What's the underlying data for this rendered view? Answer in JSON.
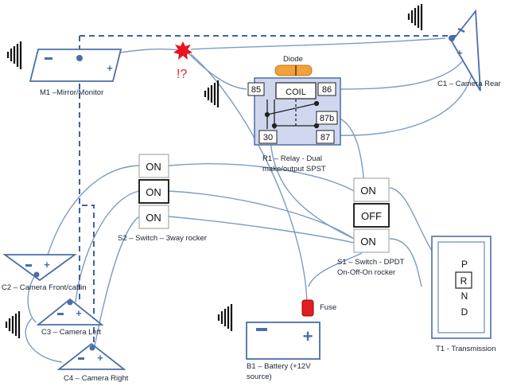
{
  "labels": {
    "mirror": "M1 –Mirror/Monitor",
    "camera_rear": "C1 – Camera Rear",
    "camera_front": "C2 – Camera Front/cabin",
    "camera_left": "C3 – Camera Left",
    "camera_right": "C4 – Camera Right",
    "relay_line1": "R1 – Relay - Dual",
    "relay_line2": "make/output SPST",
    "s2": "S2 – Switch – 3way rocker",
    "s1_line1": "S1 – Switch - DPDT",
    "s1_line2": "On-Off-On rocker",
    "battery_line1": "B1 – Battery (+12V",
    "battery_line2": "source)",
    "transmission": "T1 - Transmission",
    "fuse": "Fuse",
    "diode": "Diode",
    "problem_mark": "!?"
  },
  "relay": {
    "coil": "COIL",
    "pin_85": "85",
    "pin_86": "86",
    "pin_87b": "87b",
    "pin_30": "30",
    "pin_87": "87"
  },
  "s2_positions": [
    "ON",
    "ON",
    "ON"
  ],
  "s1_positions": [
    "ON",
    "OFF",
    "ON"
  ],
  "gear_positions": [
    "P",
    "R",
    "N",
    "D"
  ],
  "polarity": {
    "neg": "−",
    "pos": "+"
  },
  "colors": {
    "wire": "#7e9bc2",
    "dashed_wire": "#3d63a6",
    "outline": "#4a6fa8",
    "relay_fill": "#cfd6ee",
    "diode": "#f2a23a",
    "fuse": "#e02020",
    "fault_star": "#e8141e"
  }
}
